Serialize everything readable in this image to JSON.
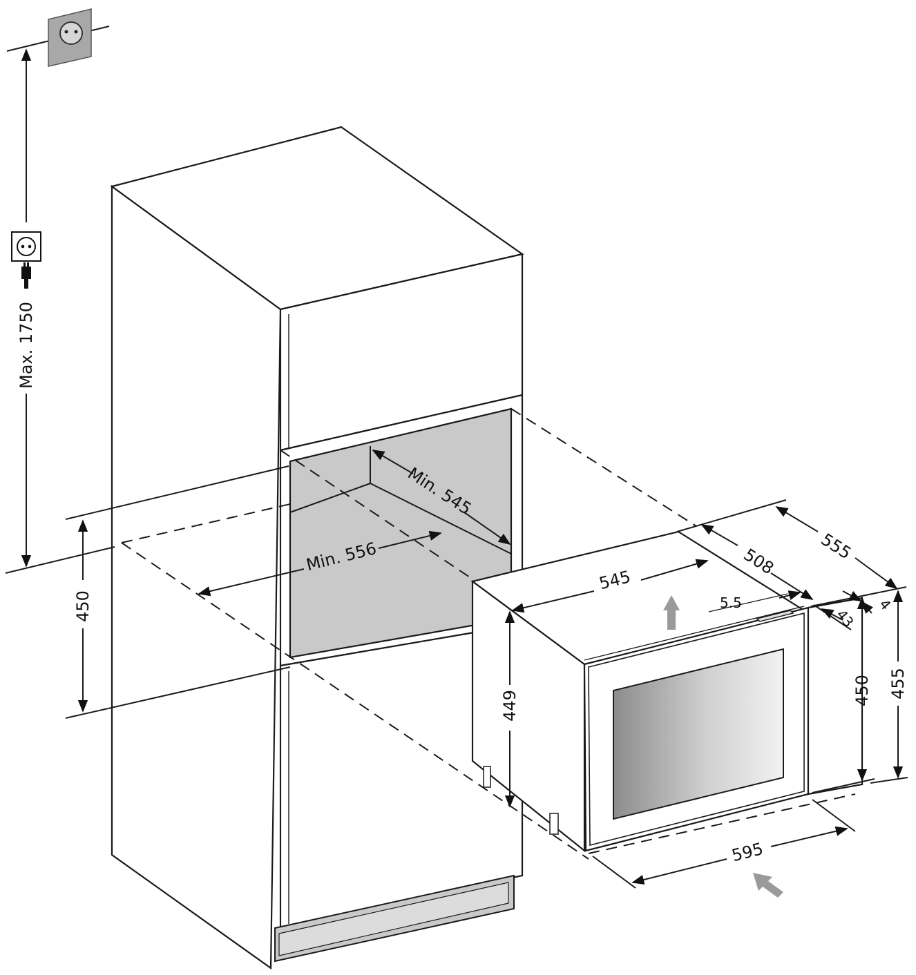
{
  "diagram": {
    "labels": {
      "max_height": "Max. 1750",
      "min_depth": "Min. 545",
      "min_width": "Min. 556",
      "niche_height": "450",
      "width_top": "545",
      "depth_508": "508",
      "depth_555": "555",
      "gap_5_5": "5.5",
      "gap_43": "43",
      "gap_4": "4",
      "height_449": "449",
      "height_450": "450",
      "height_455": "455",
      "front_width": "595"
    },
    "icons": {
      "wall_socket": "wall-socket-icon",
      "socket_plug": "socket-plug-icon",
      "airflow_up": "arrow-up-icon",
      "airflow_in": "arrow-diagonal-icon"
    },
    "colors": {
      "line": "#1a1a1a",
      "cavity": "#c9c9c9",
      "arrow": "#9a9a9a",
      "socket": "#a8a8a8"
    }
  }
}
